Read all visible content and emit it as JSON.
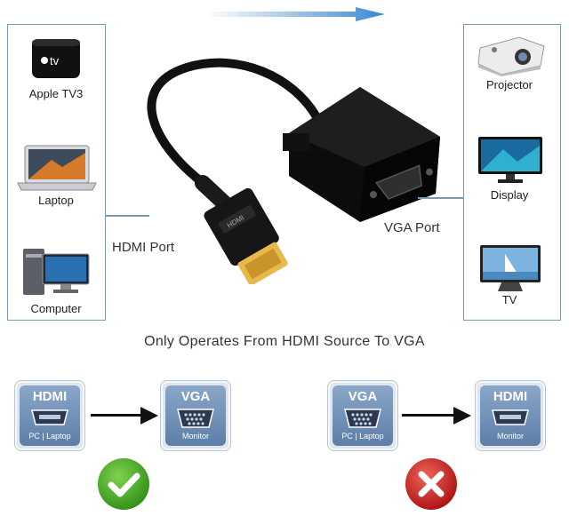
{
  "left_devices": [
    {
      "label": "Apple TV3",
      "icon": "apple-tv-icon"
    },
    {
      "label": "Laptop",
      "icon": "laptop-icon"
    },
    {
      "label": "Computer",
      "icon": "computer-icon"
    }
  ],
  "right_devices": [
    {
      "label": "Projector",
      "icon": "projector-icon"
    },
    {
      "label": "Display",
      "icon": "display-icon"
    },
    {
      "label": "TV",
      "icon": "tv-icon"
    }
  ],
  "ports": {
    "hdmi": "HDMI Port",
    "vga": "VGA Port"
  },
  "caption": "Only Operates From HDMI Source To VGA",
  "apple_tv_logo": "tv",
  "hdmi_plug_text": "HDMI",
  "flows": [
    {
      "from": {
        "title": "HDMI",
        "sub": "PC | Laptop"
      },
      "to": {
        "title": "VGA",
        "sub": "Monitor"
      },
      "valid": true,
      "status_icon": "check-icon",
      "status_color": "#3fa61f"
    },
    {
      "from": {
        "title": "VGA",
        "sub": "PC | Laptop"
      },
      "to": {
        "title": "HDMI",
        "sub": "Monitor"
      },
      "valid": false,
      "status_icon": "cross-icon",
      "status_color": "#cf1f1f"
    }
  ],
  "colors": {
    "panel_border": "#7a9ab0",
    "connector_blue": "#6f8fb8",
    "top_arrow": "#4a90d0"
  }
}
